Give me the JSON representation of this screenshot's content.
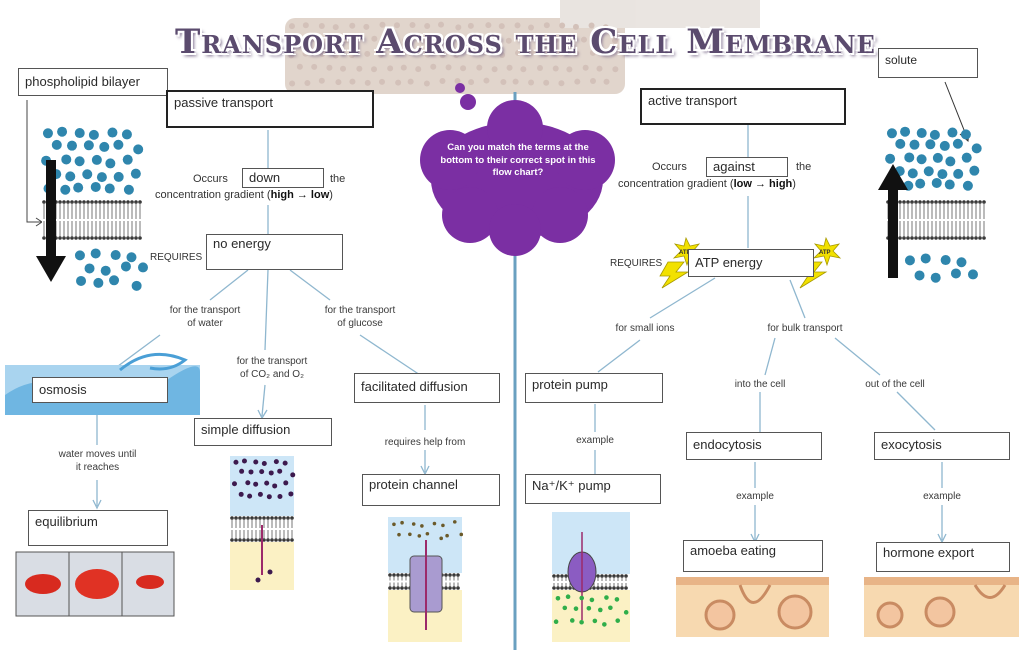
{
  "title": "Transport Across the Cell Membrane",
  "prompt": "Can you match the terms at the bottom to their correct spot in this flow chart?",
  "boxes": {
    "phospholipid_bilayer": "phospholipid bilayer",
    "passive_transport": "passive transport",
    "down": "down",
    "no_energy": "no energy",
    "osmosis": "osmosis",
    "simple_diffusion": "simple diffusion",
    "facilitated_diffusion": "facilitated diffusion",
    "equilibrium": "equilibrium",
    "protein_channel": "protein channel",
    "active_transport": "active transport",
    "against": "against",
    "atp_energy": "ATP energy",
    "protein_pump": "protein pump",
    "na_k_pump": "Na⁺/K⁺ pump",
    "endocytosis": "endocytosis",
    "exocytosis": "exocytosis",
    "amoeba_eating": "amoeba eating",
    "hormone_export": "hormone export",
    "solute": "solute"
  },
  "labels": {
    "occurs": "Occurs",
    "the": "the",
    "gradient": "concentration gradient",
    "high_low": "high → low",
    "low_high": "low → high",
    "requires": "REQUIRES",
    "transport_water_1": "for the transport",
    "transport_water_2": "of water",
    "transport_co2_1": "for the transport",
    "transport_co2_2": "of CO₂ and O₂",
    "transport_glucose_1": "for the transport",
    "transport_glucose_2": "of glucose",
    "water_moves_1": "water moves until",
    "water_moves_2": "it reaches",
    "requires_help": "requires help from",
    "small_ions": "for small ions",
    "bulk": "for bulk transport",
    "into_cell": "into the cell",
    "out_cell": "out of the cell",
    "example": "example",
    "atp": "ATP"
  },
  "colors": {
    "title": "#5b4b6e",
    "cloud": "#7b2fa3",
    "divider": "#6aa0c0",
    "particle": "#2f86ad",
    "arrow": "#111111",
    "flow_line": "#8fb7cf",
    "atp_burst": "#f2e100"
  },
  "icons": [
    "down-arrow-icon",
    "up-arrow-icon",
    "atp-burst-icon",
    "thought-cloud-icon"
  ]
}
